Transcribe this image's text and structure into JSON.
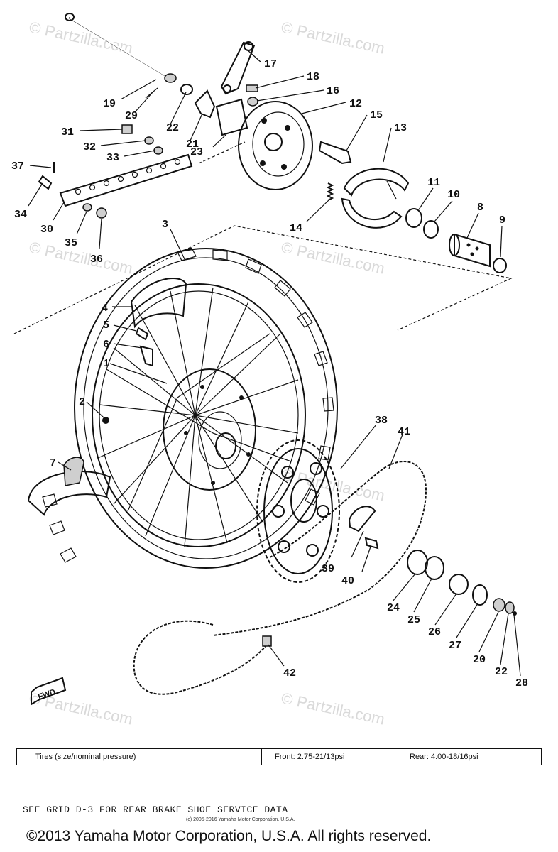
{
  "watermark": {
    "text": "© Partzilla.com"
  },
  "callouts": [
    {
      "id": "17",
      "label": "17"
    },
    {
      "id": "18",
      "label": "18"
    },
    {
      "id": "16",
      "label": "16"
    },
    {
      "id": "12",
      "label": "12"
    },
    {
      "id": "15",
      "label": "15"
    },
    {
      "id": "13",
      "label": "13"
    },
    {
      "id": "19",
      "label": "19"
    },
    {
      "id": "29",
      "label": "29"
    },
    {
      "id": "22a",
      "label": "22"
    },
    {
      "id": "21",
      "label": "21"
    },
    {
      "id": "23",
      "label": "23"
    },
    {
      "id": "31",
      "label": "31"
    },
    {
      "id": "32",
      "label": "32"
    },
    {
      "id": "33",
      "label": "33"
    },
    {
      "id": "37",
      "label": "37"
    },
    {
      "id": "34",
      "label": "34"
    },
    {
      "id": "30",
      "label": "30"
    },
    {
      "id": "35",
      "label": "35"
    },
    {
      "id": "36",
      "label": "36"
    },
    {
      "id": "14",
      "label": "14"
    },
    {
      "id": "11",
      "label": "11"
    },
    {
      "id": "10",
      "label": "10"
    },
    {
      "id": "8",
      "label": "8"
    },
    {
      "id": "9",
      "label": "9"
    },
    {
      "id": "3",
      "label": "3"
    },
    {
      "id": "4",
      "label": "4"
    },
    {
      "id": "5",
      "label": "5"
    },
    {
      "id": "6",
      "label": "6"
    },
    {
      "id": "1",
      "label": "1"
    },
    {
      "id": "2",
      "label": "2"
    },
    {
      "id": "7",
      "label": "7"
    },
    {
      "id": "38",
      "label": "38"
    },
    {
      "id": "41",
      "label": "41"
    },
    {
      "id": "39",
      "label": "39"
    },
    {
      "id": "40",
      "label": "40"
    },
    {
      "id": "24",
      "label": "24"
    },
    {
      "id": "25",
      "label": "25"
    },
    {
      "id": "26",
      "label": "26"
    },
    {
      "id": "27",
      "label": "27"
    },
    {
      "id": "20",
      "label": "20"
    },
    {
      "id": "22b",
      "label": "22"
    },
    {
      "id": "28",
      "label": "28"
    },
    {
      "id": "42",
      "label": "42"
    }
  ],
  "fwd_label": "FWD",
  "tires": {
    "label": "Tires (size/nominal pressure)",
    "front": "Front:  2.75-21/13psi",
    "rear": "Rear:  4.00-18/16psi"
  },
  "service_note": "SEE GRID D-3 FOR REAR BRAKE SHOE SERVICE DATA",
  "small_copyright": "(c) 2005-2016 Yamaha Motor Corporation, U.S.A.",
  "copyright": "©2013 Yamaha Motor Corporation, U.S.A. All rights reserved.",
  "colors": {
    "ink": "#111111",
    "watermark": "#d9d9d9",
    "background": "#ffffff"
  }
}
